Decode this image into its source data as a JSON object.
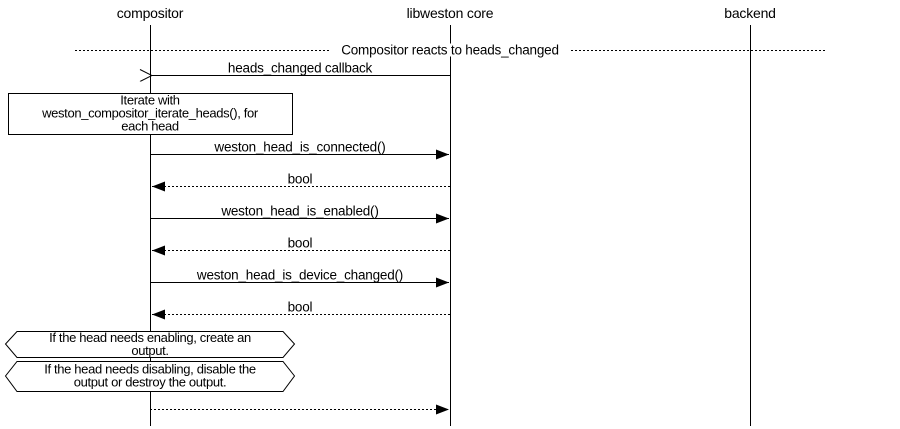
{
  "diagram": {
    "type": "sequence-diagram",
    "colors": {
      "background": "#ffffff",
      "line": "#000000",
      "text": "#000000"
    },
    "participants": [
      {
        "label": "compositor"
      },
      {
        "label": "libweston core"
      },
      {
        "label": "backend"
      }
    ],
    "divider": {
      "label": "Compositor reacts to heads_changed"
    },
    "messages": [
      {
        "label": "heads_changed callback",
        "from": "libweston core",
        "to": "compositor",
        "line": "solid",
        "arrow": "open"
      },
      {
        "label": "weston_head_is_connected()",
        "from": "compositor",
        "to": "libweston core",
        "line": "solid",
        "arrow": "filled"
      },
      {
        "label": "bool",
        "from": "libweston core",
        "to": "compositor",
        "line": "dotted",
        "arrow": "filled"
      },
      {
        "label": "weston_head_is_enabled()",
        "from": "compositor",
        "to": "libweston core",
        "line": "solid",
        "arrow": "filled"
      },
      {
        "label": "bool",
        "from": "libweston core",
        "to": "compositor",
        "line": "dotted",
        "arrow": "filled"
      },
      {
        "label": "weston_head_is_device_changed()",
        "from": "compositor",
        "to": "libweston core",
        "line": "solid",
        "arrow": "filled"
      },
      {
        "label": "bool",
        "from": "libweston core",
        "to": "compositor",
        "line": "dotted",
        "arrow": "filled"
      },
      {
        "label": "",
        "from": "compositor",
        "to": "libweston core",
        "line": "dotted",
        "arrow": "filled"
      }
    ],
    "notes": [
      {
        "shape": "box",
        "lines": [
          "Iterate with",
          "weston_compositor_iterate_heads(), for",
          "each head"
        ]
      },
      {
        "shape": "hexagon",
        "lines": [
          "If the head needs enabling, create an",
          "output."
        ]
      },
      {
        "shape": "hexagon",
        "lines": [
          "If the head needs disabling, disable the",
          "output or destroy the output."
        ]
      }
    ]
  }
}
